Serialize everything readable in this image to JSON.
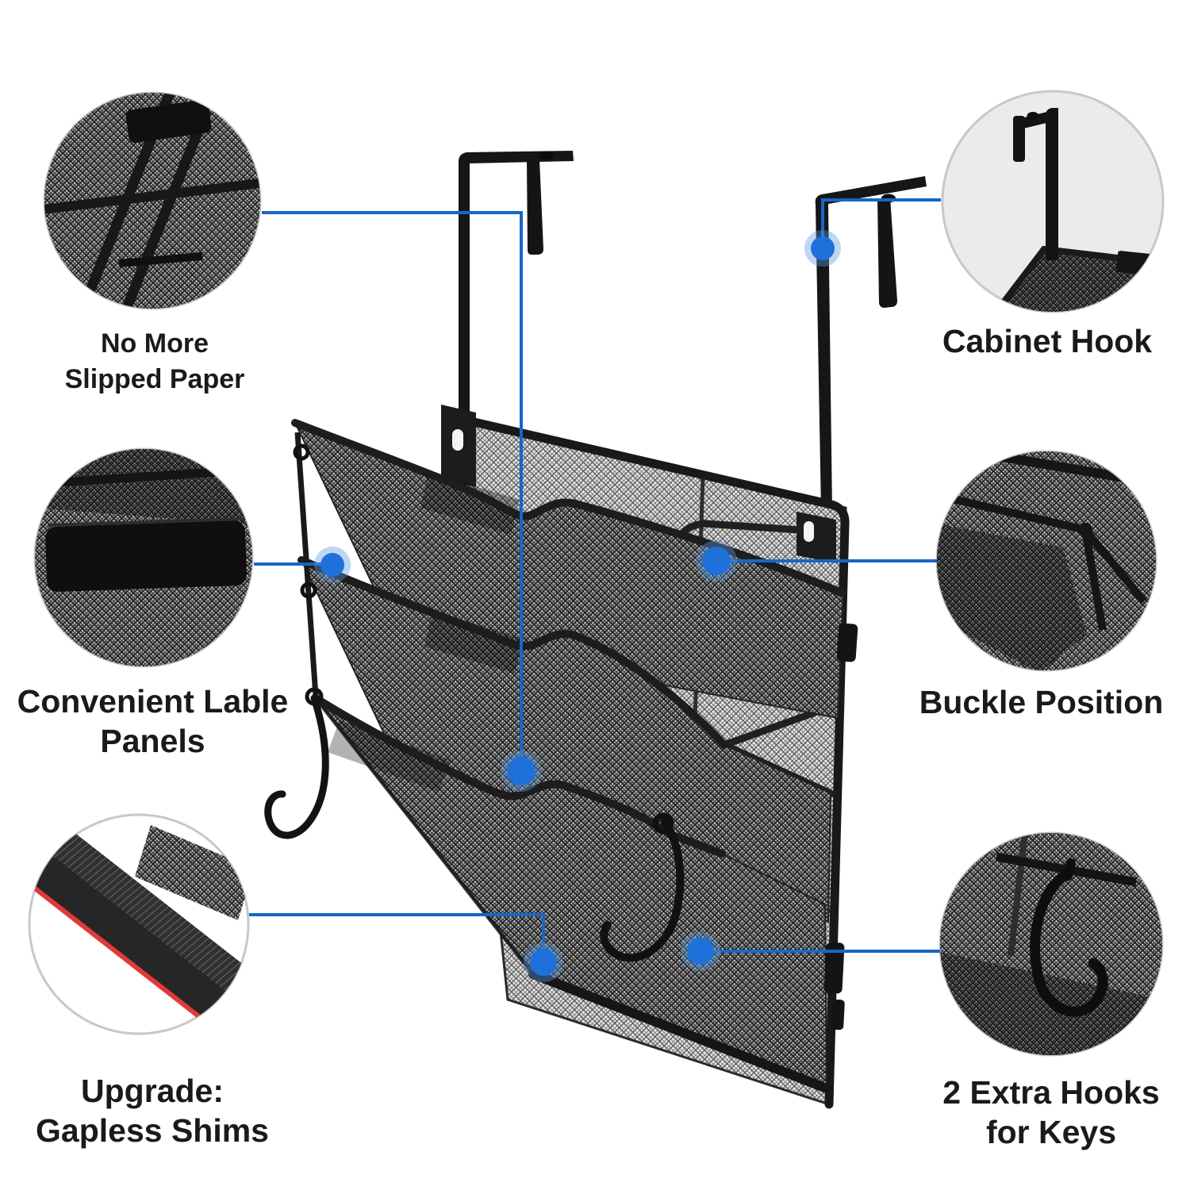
{
  "colors": {
    "connector_blue": "#1767c5",
    "dot_blue": "#1e71da",
    "dot_halo_blue": "#5a9be0",
    "circle_border": "#c8c8c8",
    "text": "#1a1a1a"
  },
  "callouts": [
    {
      "id": "no-more-slipped-paper",
      "line1": "No More",
      "line2": "Slipped Paper"
    },
    {
      "id": "convenient-lable-panels",
      "line1": "Convenient Lable",
      "line2": "Panels"
    },
    {
      "id": "upgrade-gapless-shims",
      "line1": "Upgrade:",
      "line2": "Gapless Shims"
    },
    {
      "id": "cabinet-hook",
      "line1": "Cabinet Hook",
      "line2": ""
    },
    {
      "id": "buckle-position",
      "line1": "Buckle Position",
      "line2": ""
    },
    {
      "id": "extra-hooks-for-keys",
      "line1": "2 Extra Hooks",
      "line2": "for Keys"
    }
  ]
}
